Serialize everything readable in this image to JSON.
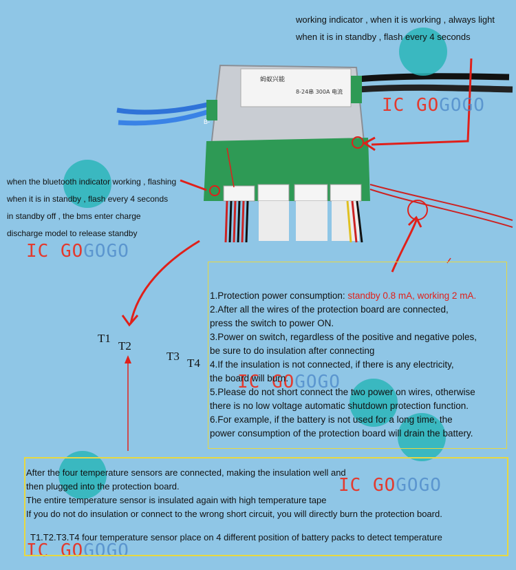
{
  "top_note": {
    "line1": "working indicator , when it is working , always light",
    "line2": "when it is in standby  , flash every 4 seconds"
  },
  "left_note": {
    "line1": "when the bluetooth indicator working , flashing",
    "line2": "when it is in standby , flash every 4 seconds",
    "line3": "in standby off , the bms enter charge",
    "line4": "discharge model to release standby"
  },
  "board": {
    "brand": "蚂蚁兴能",
    "spec": "8-24串 300A 电流",
    "connector_label": "B-"
  },
  "sensor_labels": {
    "t1": "T1",
    "t2": "T2",
    "t3": "T3",
    "t4": "T4"
  },
  "info_box": {
    "item1_prefix": "1.Protection power consumption: ",
    "item1_highlight": "standby 0.8 mA, working 2 mA.",
    "item2a": "2.After all the wires of the protection board are connected,",
    "item2b": "press the switch to power ON.",
    "item3a": "3.Power on switch, regardless of the positive and negative poles,",
    "item3b": "be sure to do insulation after connecting",
    "item4a": "4.If the insulation is not connected, if there is any electricity,",
    "item4b": "the board will burn.",
    "item5a": "5.Please do not short connect the two power on wires, otherwise",
    "item5b": " there is no low voltage automatic shutdown protection function.",
    "item6a": "6.For example, if the battery is not used for a long time, the",
    "item6b": "power consumption of the protection board will drain the battery."
  },
  "bottom_box": {
    "line1": "After the four temperature sensors are connected, making the insulation well and",
    "line2": "then plugged into the protection board.",
    "line3": "The entire temperature sensor is insulated again with high temperature tape",
    "line4": "If you do not do insulation or connect to the wrong short circuit, you will directly burn the protection board.",
    "line5": "T1.T2.T3.T4 four temperature sensor place on 4 different position of battery packs to detect temperature"
  },
  "watermark": {
    "part1": "IC GO",
    "part2": "GOGO"
  },
  "colors": {
    "background": "#8fc6e6",
    "arrow": "#e0201a",
    "box_border": "#e8d840",
    "watermark_circle": "#2bb5b8"
  }
}
